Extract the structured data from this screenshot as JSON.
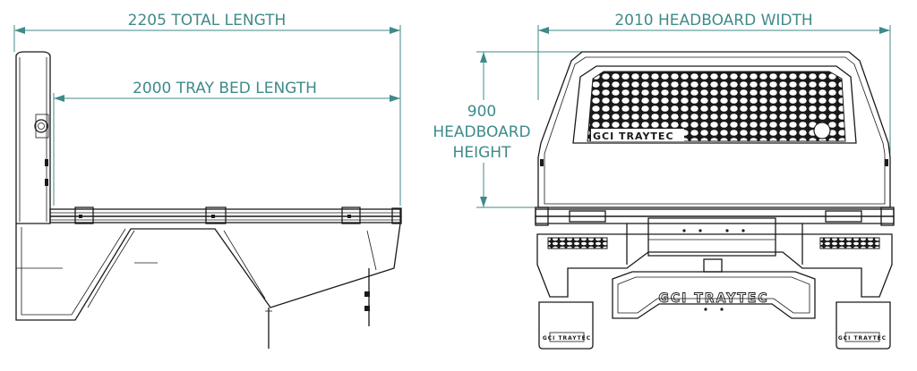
{
  "dimensions": {
    "total_length": "2205 TOTAL LENGTH",
    "tray_bed_length": "2000 TRAY BED LENGTH",
    "headboard_width": "2010 HEADBOARD WIDTH",
    "headboard_height_value": "900",
    "headboard_height_label_line1": "HEADBOARD",
    "headboard_height_label_line2": "HEIGHT"
  },
  "branding": {
    "headboard_logo": "GCI TRAYTEC",
    "bumper_logo": "GCI TRAYTEC",
    "mudflap_left_logo": "GCI TRAYTEC",
    "mudflap_right_logo": "GCI TRAYTEC"
  },
  "colors": {
    "dimension": "#3f8a8a",
    "linework": "#1a1a1a",
    "background": "#ffffff"
  }
}
